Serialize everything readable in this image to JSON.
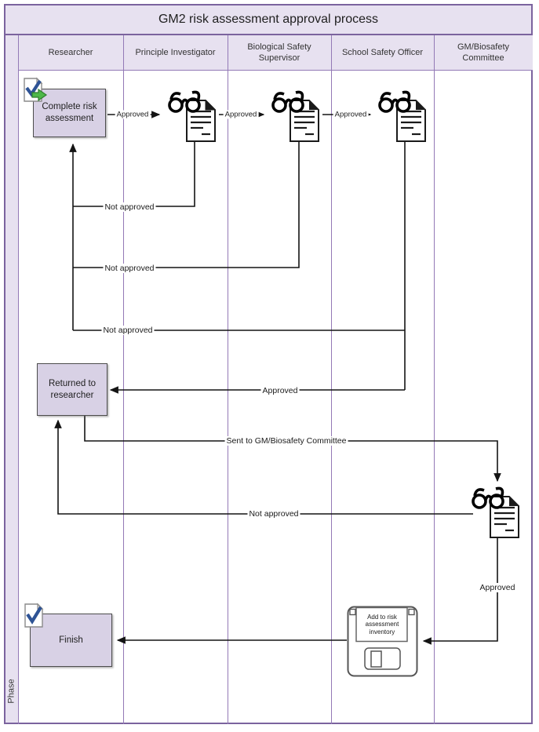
{
  "title": "GM2 risk assessment approval process",
  "phase": {
    "label": "Phase"
  },
  "lanes": [
    {
      "label": "Researcher"
    },
    {
      "label": "Principle Investigator"
    },
    {
      "label": "Biological Safety Supervisor"
    },
    {
      "label": "School Safety Officer"
    },
    {
      "label": "GM/Biosafety Committee"
    }
  ],
  "nodes": {
    "complete_risk_assessment": {
      "label": "Complete risk assessment"
    },
    "returned_to_researcher": {
      "label": "Returned to researcher"
    },
    "finish": {
      "label": "Finish"
    },
    "add_to_inventory": {
      "label": "Add to risk assessment inventory"
    }
  },
  "edges": {
    "researcher_to_pi": {
      "label": "Approved"
    },
    "pi_to_bss": {
      "label": "Approved"
    },
    "bss_to_sso": {
      "label": "Approved"
    },
    "pi_not_approved": {
      "label": "Not approved"
    },
    "bss_not_approved": {
      "label": "Not approved"
    },
    "sso_not_approved": {
      "label": "Not approved"
    },
    "sso_approved": {
      "label": "Approved"
    },
    "sent_to_committee": {
      "label": "Sent to GM/Biosafety Committee"
    },
    "committee_not_approved": {
      "label": "Not approved"
    },
    "committee_approved": {
      "label": "Approved"
    }
  },
  "icons": [
    {
      "name": "task-start-icon"
    },
    {
      "name": "review-glasses-document-icon"
    },
    {
      "name": "save-floppy-icon"
    },
    {
      "name": "task-complete-icon"
    }
  ],
  "colors": {
    "band_fill": "#e7e1f0",
    "node_fill": "#d8d1e5",
    "lane_line": "#9379b6",
    "frame_border": "#7b639e",
    "node_border": "#4d4d4d",
    "connector": "#141414",
    "check_blue": "#2e5395",
    "start_arrow_green": "#4db848"
  }
}
